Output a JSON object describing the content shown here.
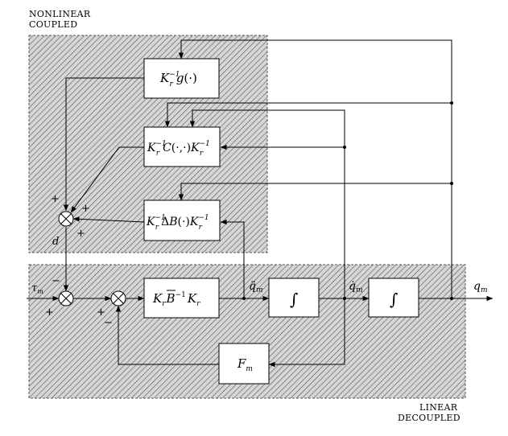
{
  "regions": {
    "nonlinear_line1": "NONLINEAR",
    "nonlinear_line2": "COUPLED",
    "linear_line1": "LINEAR",
    "linear_line2": "DECOUPLED"
  },
  "signals": {
    "tau": "τ",
    "tau_sub": "m",
    "d": "d",
    "q": "q",
    "q_sub": "m",
    "qddot": "q̈",
    "qdot": "q̇",
    "qdot_sub": "m",
    "qddot_sub": "m"
  },
  "blocks": {
    "integral": "∫",
    "fm": "F",
    "fm_sub": "m"
  },
  "signs": {
    "plus": "+",
    "minus": "−"
  }
}
